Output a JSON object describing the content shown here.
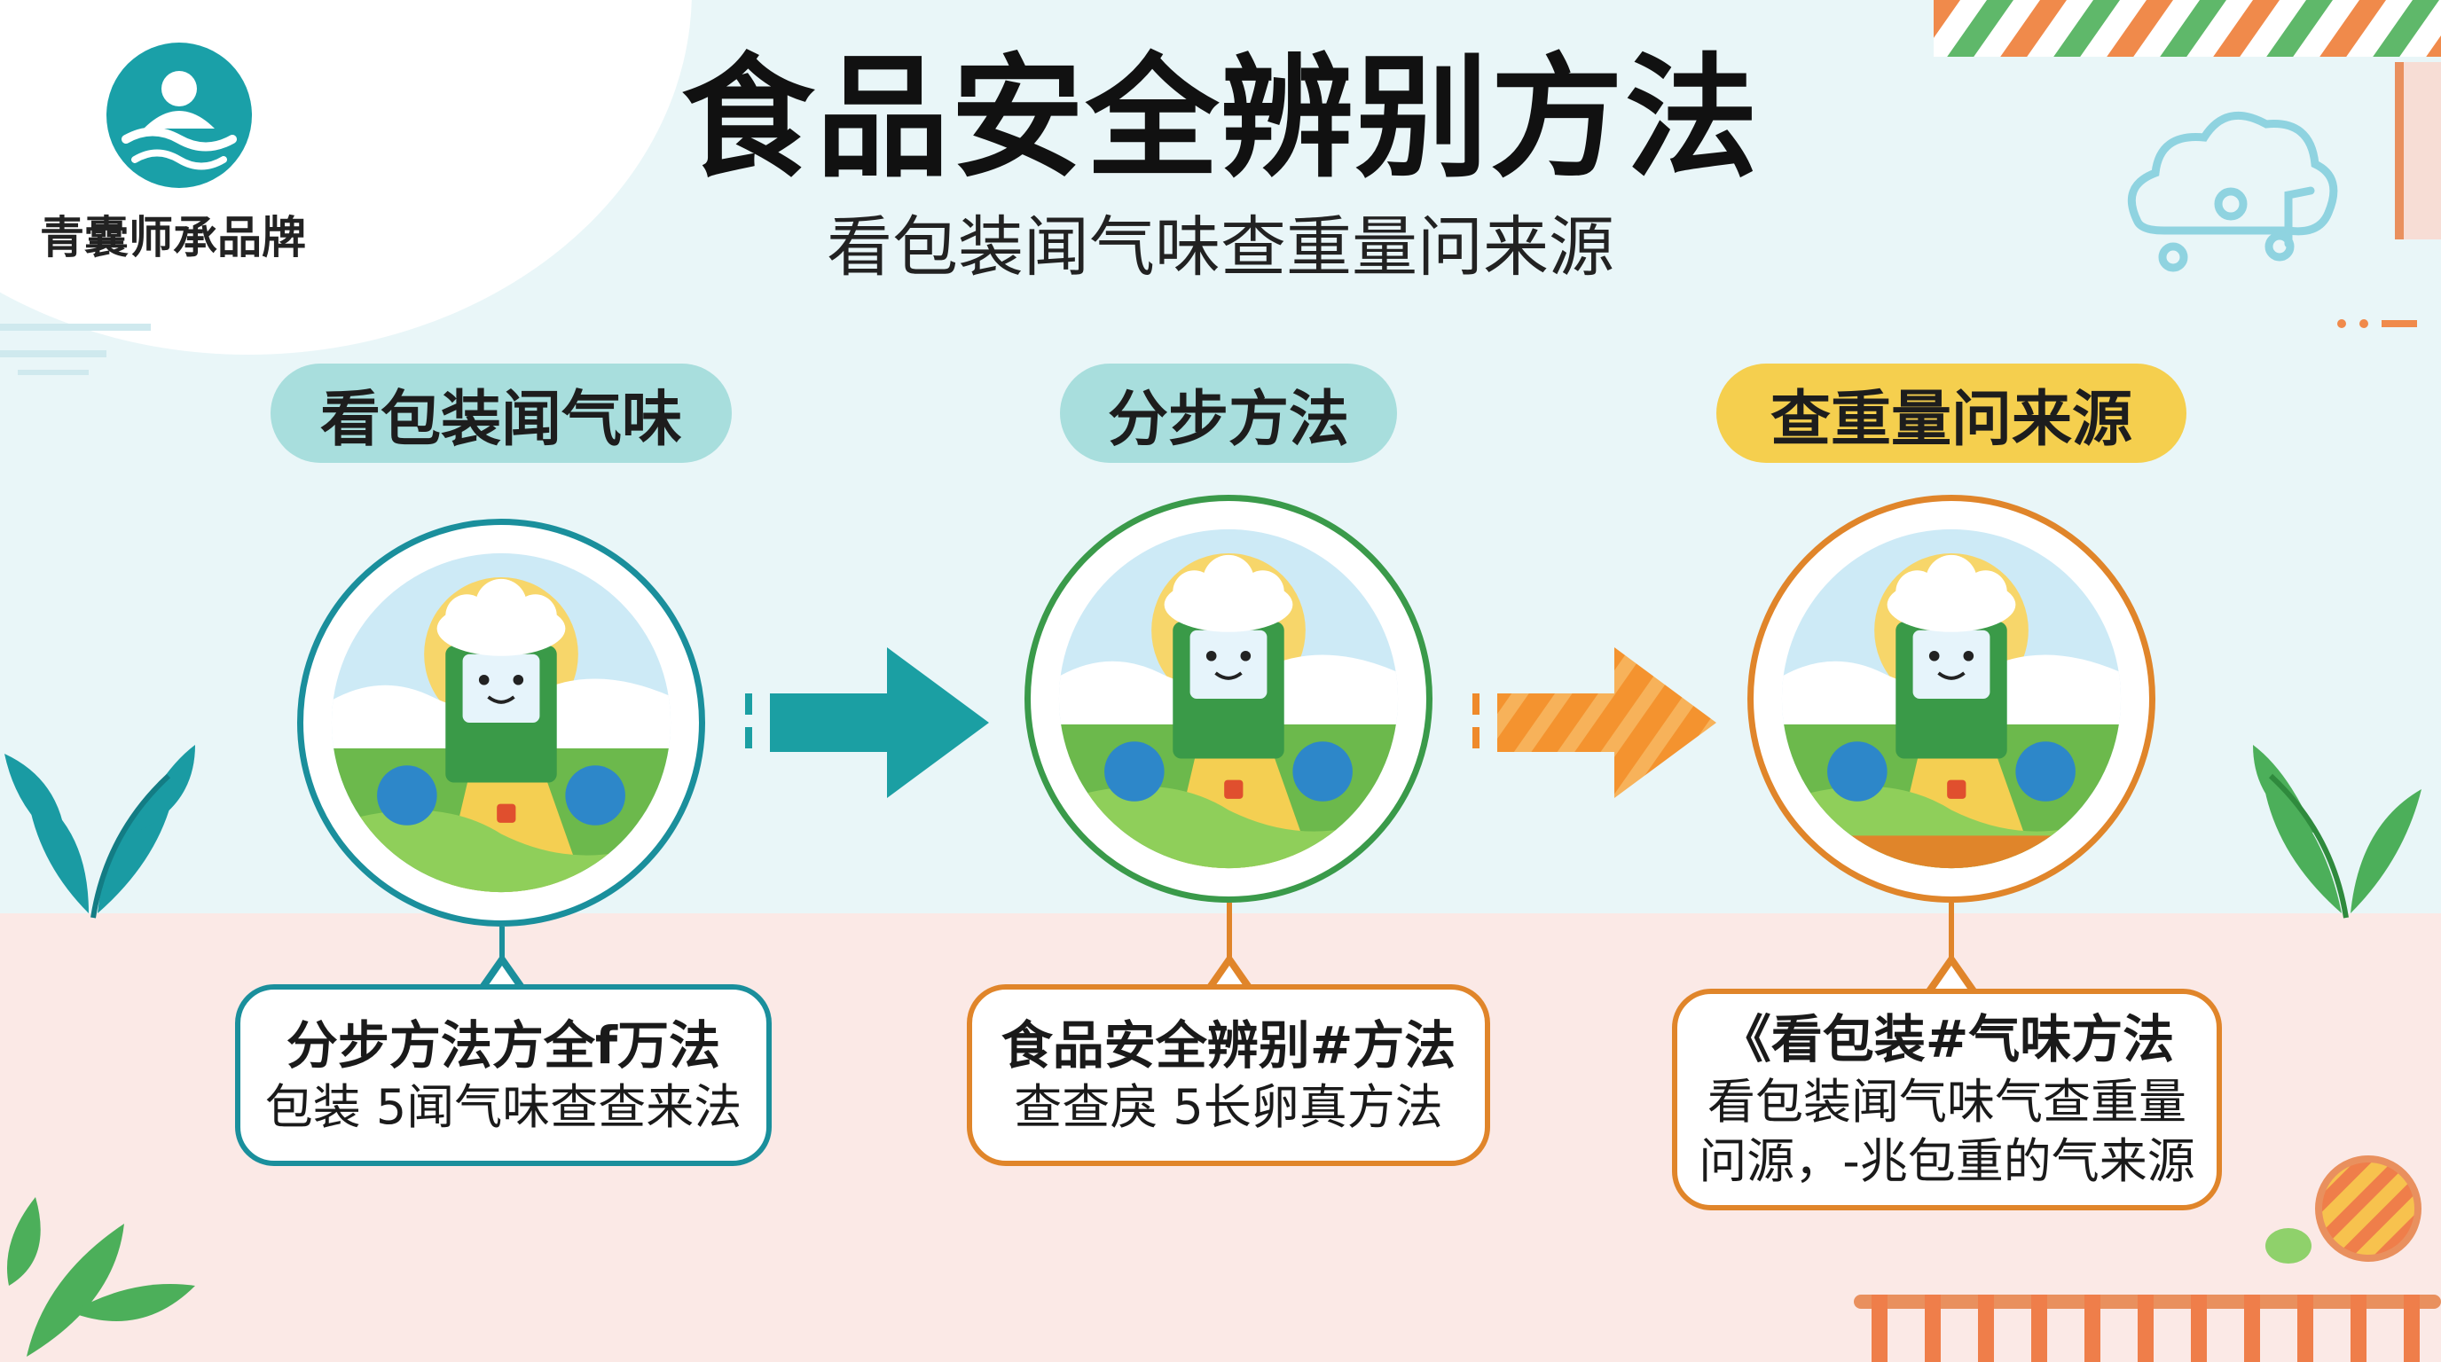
{
  "brand": {
    "name": "青囊师承品牌",
    "color": "#1aa0a8"
  },
  "header": {
    "title": "食品安全辨别方法",
    "subtitle": "看包装闻气味查重量问来源"
  },
  "steps": [
    {
      "label": "看包装闻气味",
      "pill_color": "#a8dedd",
      "accent": "#1a8f9c",
      "card_lines": [
        "分步方法方全f万法",
        "包装 5闻气味查查来法"
      ]
    },
    {
      "label": "分步方法",
      "pill_color": "#a8dedd",
      "accent": "#3a9a4a",
      "card_lines": [
        "食品安全辨别#方法",
        "查查戾  5长卵真方法"
      ]
    },
    {
      "label": "查重量问来源",
      "pill_color": "#f5cf4e",
      "accent": "#e0852a",
      "card_lines": [
        "《看包装#气味方法",
        "看包装闻气味气查重量",
        "问源，-兆包重的气来源"
      ]
    }
  ],
  "arrows": [
    {
      "name": "teal-arrow",
      "color": "#1b9fa3"
    },
    {
      "name": "orange-arrow",
      "color": "#ef8a2a"
    }
  ],
  "icons": [
    "brand-logo-icon",
    "food-mascot-icon",
    "leaf-icon",
    "cloud-music-icon"
  ]
}
